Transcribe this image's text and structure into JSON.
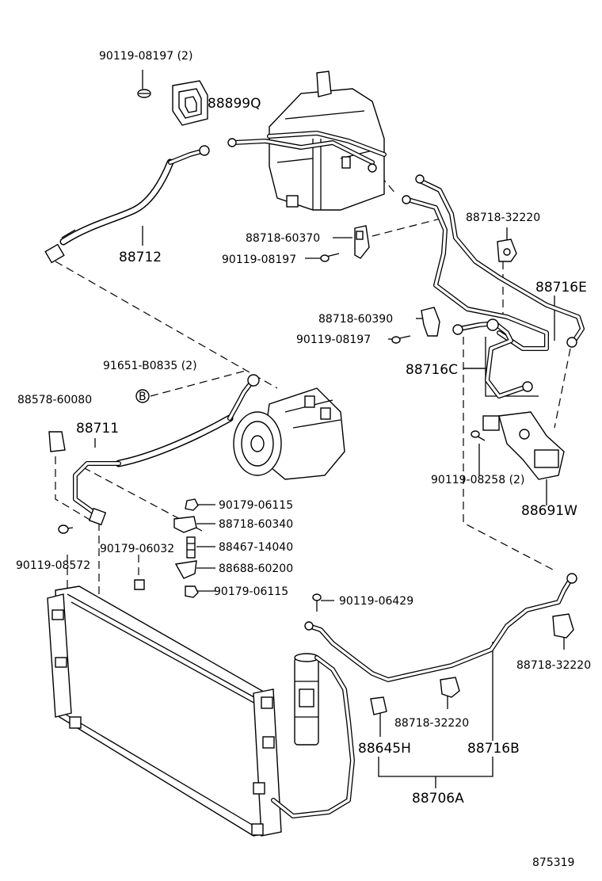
{
  "labels": {
    "bolt_90119_08197_2": "90119-08197 (2)",
    "part_88899q": "88899Q",
    "part_88712": "88712",
    "clamp_88718_60370": "88718-60370",
    "bolt_90119_08197_a": "90119-08197",
    "clamp_88718_32220_top": "88718-32220",
    "part_88716e": "88716E",
    "clamp_88718_60390": "88718-60390",
    "bolt_90119_08197_b": "90119-08197",
    "part_88716c": "88716C",
    "bolt_91651_b0835": "91651-B0835 (2)",
    "cushion_88578_60080": "88578-60080",
    "part_88711": "88711",
    "bolt_90119_08258": "90119-08258 (2)",
    "part_88691w": "88691W",
    "nut_90179_06115_a": "90179-06115",
    "clamp_88718_60340": "88718-60340",
    "bolt_90119_08572": "90119-08572",
    "nut_90179_06032": "90179-06032",
    "sensor_88467_14040": "88467-14040",
    "bracket_88688_60200": "88688-60200",
    "nut_90179_06115_b": "90179-06115",
    "bolt_90119_06429": "90119-06429",
    "clamp_88718_32220_right": "88718-32220",
    "clamp_88718_32220_mid": "88718-32220",
    "switch_88645h": "88645H",
    "part_88716b": "88716B",
    "part_88706a": "88706A",
    "figure_number": "875319"
  },
  "badge_letter": "B"
}
